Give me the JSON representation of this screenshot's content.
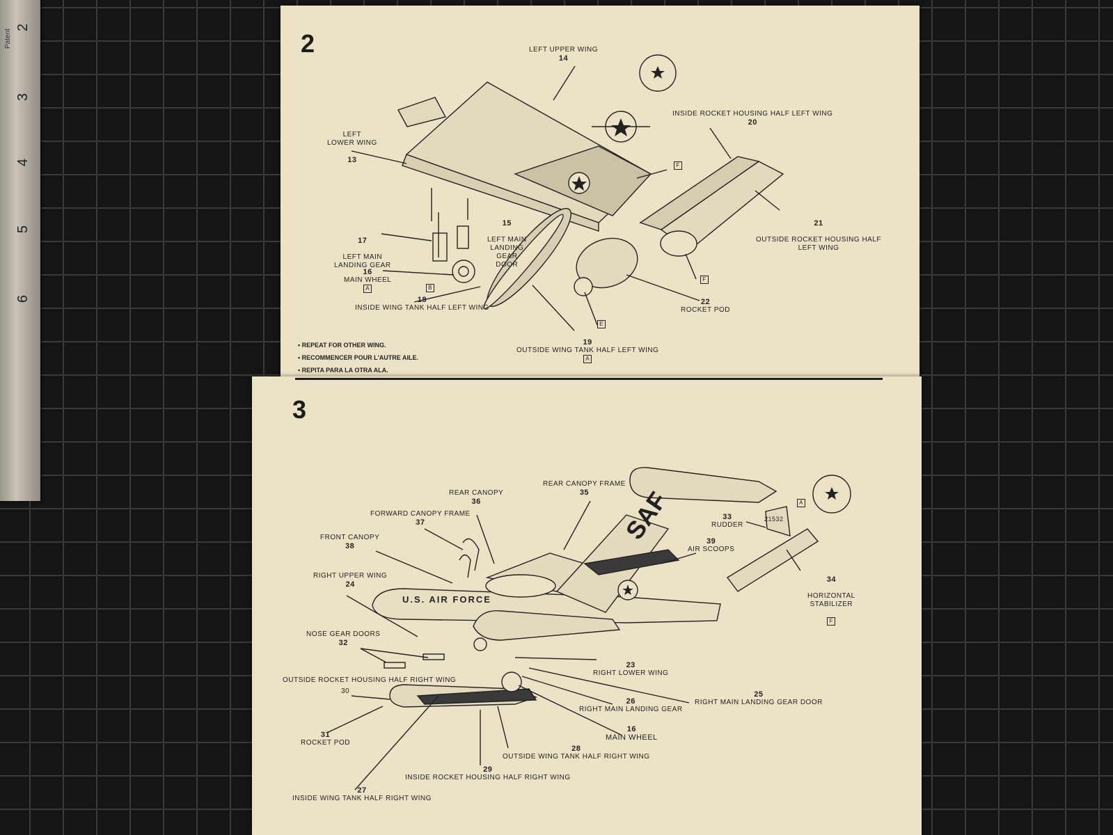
{
  "ruler": {
    "label": "Patent",
    "numbers": [
      "2",
      "3",
      "4",
      "5",
      "6"
    ]
  },
  "step2": {
    "number": "2",
    "labels": {
      "left_upper_wing": "LEFT UPPER WING",
      "left_upper_wing_num": "14",
      "left_lower_wing": "LEFT\nLOWER WING",
      "left_lower_wing_num": "13",
      "inside_rocket_housing": "INSIDE ROCKET HOUSING HALF LEFT WING",
      "inside_rocket_housing_num": "20",
      "outside_rocket_housing": "OUTSIDE ROCKET HOUSING HALF\nLEFT WING",
      "outside_rocket_housing_num": "21",
      "left_main_landing_gear_door": "LEFT MAIN\nLANDING\nGEAR\nDOOR",
      "left_main_landing_gear_door_num": "15",
      "left_main_landing_gear": "LEFT MAIN\nLANDING GEAR",
      "left_main_landing_gear_num": "17",
      "main_wheel": "MAIN WHEEL",
      "main_wheel_num": "16",
      "inside_wing_tank": "INSIDE WING TANK HALF LEFT WING",
      "inside_wing_tank_num": "18",
      "rocket_pod": "ROCKET POD",
      "rocket_pod_num": "22",
      "outside_wing_tank": "OUTSIDE WING TANK HALF LEFT WING",
      "outside_wing_tank_num": "19"
    },
    "boxes": [
      "A",
      "B",
      "F",
      "F",
      "E",
      "A"
    ],
    "repeat_notes": [
      "• REPEAT FOR OTHER WING.",
      "• RECOMMENCER POUR L'AUTRE AILE.",
      "• REPITA PARA LA OTRA ALA."
    ]
  },
  "step3": {
    "number": "3",
    "labels": {
      "rear_canopy_frame": "REAR CANOPY FRAME",
      "rear_canopy_frame_num": "35",
      "rear_canopy": "REAR CANOPY",
      "rear_canopy_num": "36",
      "forward_canopy_frame": "FORWARD CANOPY FRAME",
      "forward_canopy_frame_num": "37",
      "front_canopy": "FRONT CANOPY",
      "front_canopy_num": "38",
      "rudder": "RUDDER",
      "rudder_num": "33",
      "air_scoops": "AIR SCOOPS",
      "air_scoops_num": "39",
      "horizontal_stabilizer": "HORIZONTAL\nSTABILIZER",
      "horizontal_stabilizer_num": "34",
      "right_upper_wing": "RIGHT UPPER WING",
      "right_upper_wing_num": "24",
      "nose_gear_doors": "NOSE GEAR DOORS",
      "nose_gear_doors_num": "32",
      "outside_rocket_housing": "OUTSIDE ROCKET HOUSING HALF RIGHT WING",
      "outside_rocket_housing_num": "30",
      "right_lower_wing": "RIGHT LOWER WING",
      "right_lower_wing_num": "23",
      "right_main_landing_gear_door": "RIGHT MAIN LANDING GEAR DOOR",
      "right_main_landing_gear_door_num": "25",
      "right_main_landing_gear": "RIGHT MAIN LANDING GEAR",
      "right_main_landing_gear_num": "26",
      "main_wheel": "MAIN WHEEL",
      "main_wheel_num": "16",
      "rocket_pod": "ROCKET POD",
      "rocket_pod_num": "31",
      "outside_wing_tank": "OUTSIDE WING TANK HALF RIGHT WING",
      "outside_wing_tank_num": "28",
      "inside_rocket_housing": "INSIDE ROCKET HOUSING HALF RIGHT WING",
      "inside_rocket_housing_num": "29",
      "inside_wing_tank": "INSIDE WING TANK HALF RIGHT WING",
      "inside_wing_tank_num": "27"
    },
    "fuselage_text": "U.S. AIR FORCE",
    "tail_text": "SAF",
    "tail_serial": "21532",
    "boxes": [
      "A",
      "F"
    ]
  },
  "colors": {
    "paper": "#ece2c6",
    "ink": "#222222",
    "mat": "#151515",
    "grid": "#3a3a3a"
  }
}
